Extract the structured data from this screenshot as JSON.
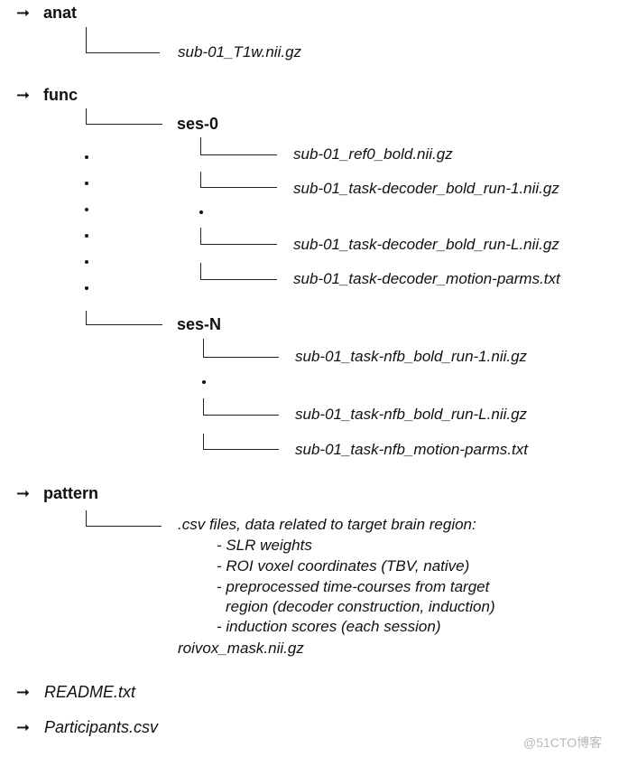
{
  "tree": {
    "anat": {
      "label": "anat",
      "file": "sub-01_T1w.nii.gz"
    },
    "func": {
      "label": "func",
      "ses0": {
        "label": "ses-0",
        "files": [
          "sub-01_ref0_bold.nii.gz",
          "sub-01_task-decoder_bold_run-1.nii.gz",
          "sub-01_task-decoder_bold_run-L.nii.gz",
          "sub-01_task-decoder_motion-parms.txt"
        ]
      },
      "sesN": {
        "label": "ses-N",
        "files": [
          "sub-01_task-nfb_bold_run-1.nii.gz",
          "sub-01_task-nfb_bold_run-L.nii.gz",
          "sub-01_task-nfb_motion-parms.txt"
        ]
      }
    },
    "pattern": {
      "label": "pattern",
      "desc": ".csv files, data related to target brain region:",
      "items": [
        "- SLR weights",
        "- ROI voxel coordinates (TBV, native)",
        "- preprocessed time-courses from target",
        "region (decoder construction, induction)",
        "- induction scores (each session)"
      ],
      "mask": "roivox_mask.nii.gz"
    },
    "readme": "README.txt",
    "participants": "Participants.csv"
  },
  "watermark": "@51CTO博客"
}
